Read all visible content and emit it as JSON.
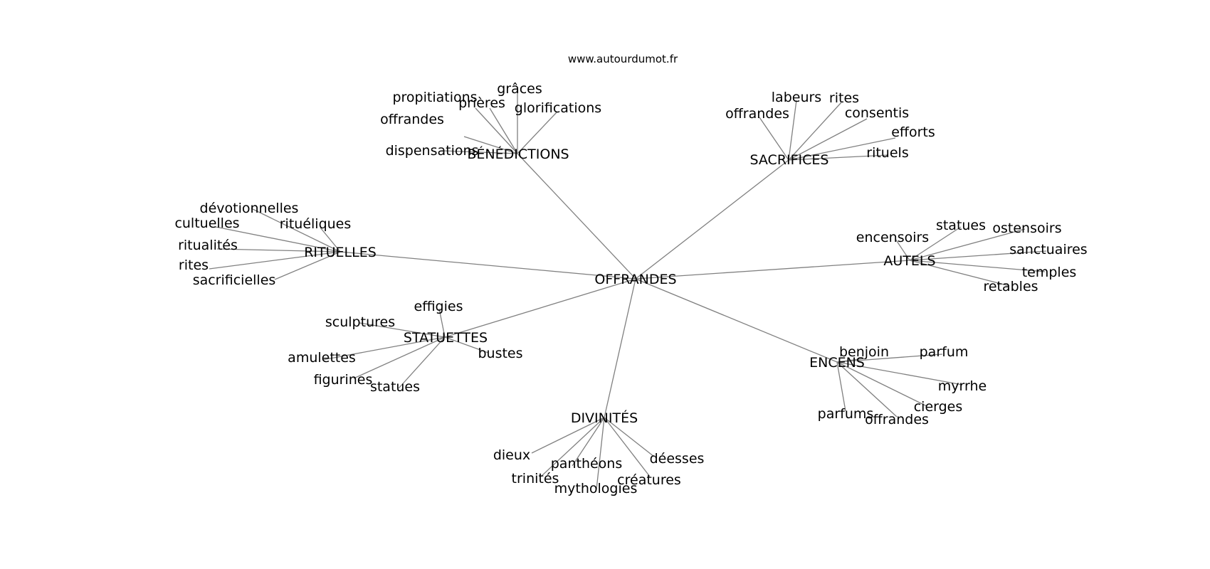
{
  "site": "www.autourdumot.fr",
  "center": "OFFRANDES",
  "branches": [
    {
      "id": "benedictions",
      "label": "BÉNÉDICTIONS",
      "leaves": [
        "dispensations",
        "offrandes",
        "propitiations",
        "prières",
        "grâces",
        "glorifications"
      ]
    },
    {
      "id": "sacrifices",
      "label": "SACRIFICES",
      "leaves": [
        "offrandes",
        "labeurs",
        "rites",
        "consentis",
        "efforts",
        "rituels"
      ]
    },
    {
      "id": "rituelles",
      "label": "RITUELLES",
      "leaves": [
        "dévotionnelles",
        "rituéliques",
        "cultuelles",
        "ritualités",
        "rites",
        "sacrificielles"
      ]
    },
    {
      "id": "autels",
      "label": "AUTELS",
      "leaves": [
        "encensoirs",
        "statues",
        "ostensoirs",
        "sanctuaires",
        "temples",
        "retables"
      ]
    },
    {
      "id": "statuettes",
      "label": "STATUETTES",
      "leaves": [
        "effigies",
        "sculptures",
        "amulettes",
        "figurines",
        "statues",
        "bustes"
      ]
    },
    {
      "id": "encens",
      "label": "ENCENS",
      "leaves": [
        "benjoin",
        "parfum",
        "myrrhe",
        "cierges",
        "offrandes",
        "parfums"
      ]
    },
    {
      "id": "divinites",
      "label": "DIVINITÉS",
      "leaves": [
        "dieux",
        "panthéons",
        "trinités",
        "mythologies",
        "créatures",
        "déesses"
      ]
    }
  ]
}
